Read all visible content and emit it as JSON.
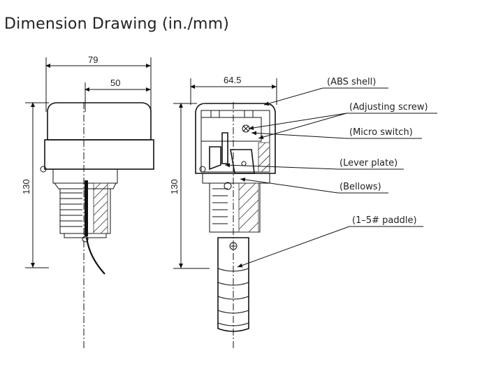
{
  "title": "Dimension Drawing (in./mm)",
  "left_view": {
    "dim_width_overall": "79",
    "dim_width_half": "50",
    "dim_height": "130"
  },
  "right_view": {
    "dim_width": "64.5",
    "dim_height": "130"
  },
  "callouts": [
    {
      "label": "(ABS shell)"
    },
    {
      "label": "(Adjusting screw)"
    },
    {
      "label": "(Micro switch)"
    },
    {
      "label": "(Lever plate)"
    },
    {
      "label": "(Bellows)"
    },
    {
      "label": "(1–5# paddle)"
    }
  ]
}
